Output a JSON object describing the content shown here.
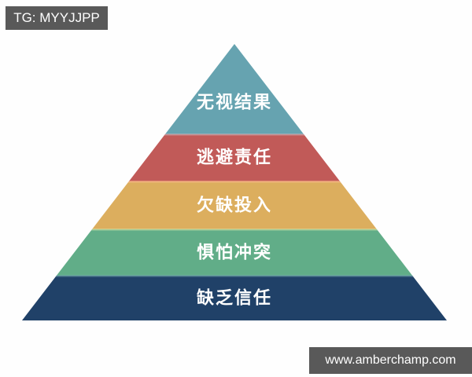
{
  "page": {
    "background_color": "#fefefe"
  },
  "watermarks": {
    "top_left": {
      "text": "TG: MYYJJPP",
      "background_color": "#595959",
      "text_color": "#ffffff"
    },
    "bottom_right": {
      "text": "www.amberchamp.com",
      "background_color": "#595959",
      "text_color": "#ffffff"
    }
  },
  "pyramid": {
    "type": "pyramid-diagram",
    "label_text_color": "#ffffff",
    "layers": [
      {
        "label": "无视结果",
        "color": "#66a3b0"
      },
      {
        "label": "逃避责任",
        "color": "#c15a58"
      },
      {
        "label": "欠缺投入",
        "color": "#dcae5e"
      },
      {
        "label": "惧怕冲突",
        "color": "#61ad88"
      },
      {
        "label": "缺乏信任",
        "color": "#204168"
      }
    ]
  }
}
